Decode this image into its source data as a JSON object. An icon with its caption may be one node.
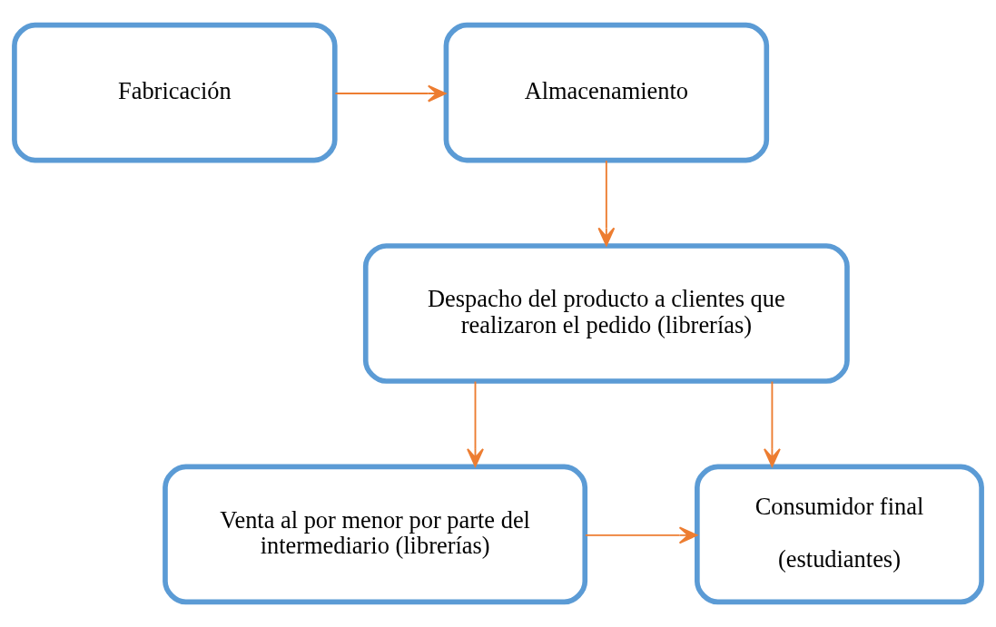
{
  "diagram": {
    "nodes": [
      {
        "text": [
          "Fabricación"
        ]
      },
      {
        "text": [
          "Almacenamiento"
        ]
      },
      {
        "text": [
          "Despacho del producto a clientes que realizaron el pedido (librerías)"
        ]
      },
      {
        "text": [
          "Venta al por menor por parte del intermediario (librerías)"
        ]
      },
      {
        "text": [
          "Consumidor final",
          "(estudiantes)"
        ]
      }
    ],
    "edges": [
      {
        "from": 0,
        "to": 1,
        "arrow": "to",
        "color": "#ed7d31"
      },
      {
        "from": 1,
        "to": 2,
        "arrow": "to",
        "color": "#ed7d31"
      },
      {
        "from": 2,
        "to": 3,
        "arrow": "to",
        "color": "#ed7d31"
      },
      {
        "from": 2,
        "to": 4,
        "arrow": "to",
        "color": "#ed7d31"
      },
      {
        "from": 3,
        "to": 4,
        "arrow": "to",
        "color": "#ed7d31"
      }
    ]
  }
}
